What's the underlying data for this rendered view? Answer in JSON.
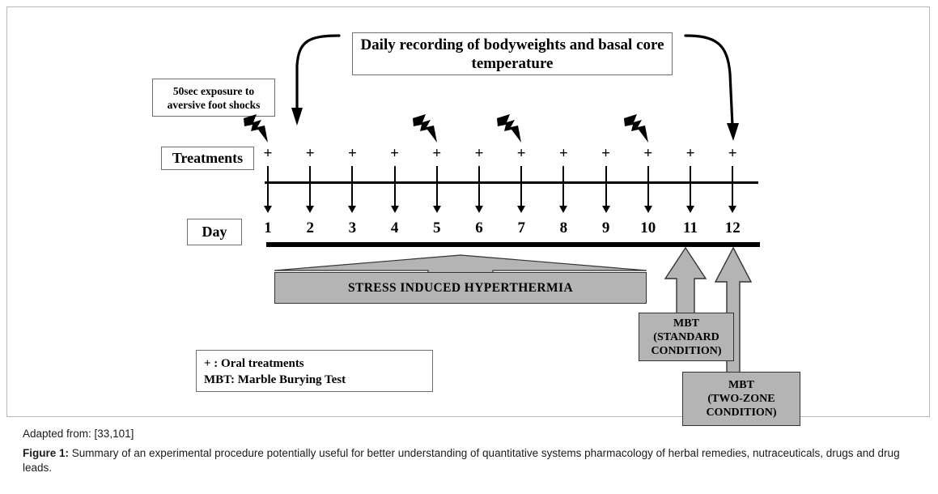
{
  "figure": {
    "title_box": "Daily recording of bodyweights and basal core temperature",
    "shock_box": "50sec exposure to aversive foot shocks",
    "treatments_label": "Treatments",
    "day_label": "Day",
    "days": [
      "1",
      "2",
      "3",
      "4",
      "5",
      "6",
      "7",
      "8",
      "9",
      "10",
      "11",
      "12"
    ],
    "treatment_marker": "+",
    "shock_days": [
      1,
      5,
      7,
      10
    ],
    "sih_label": "STRESS INDUCED HYPERTHERMIA",
    "mbt_standard": {
      "line1": "MBT",
      "line2": "(STANDARD",
      "line3": "CONDITION)"
    },
    "mbt_two_zone": {
      "line1": "MBT",
      "line2": "(TWO-ZONE",
      "line3": "CONDITION)"
    },
    "legend": {
      "line1": "+ : Oral treatments",
      "line2": "MBT: Marble Burying Test"
    },
    "colors": {
      "gray_fill": "#b4b4b4",
      "line": "#000000",
      "frame": "#b7b7b7"
    }
  },
  "caption": {
    "adapted_from": "Adapted from: [33,101]",
    "figure_label": "Figure 1:",
    "text": " Summary of an experimental procedure potentially useful for better understanding of quantitative systems pharmacology of herbal remedies, nutraceuticals, drugs and drug leads."
  }
}
